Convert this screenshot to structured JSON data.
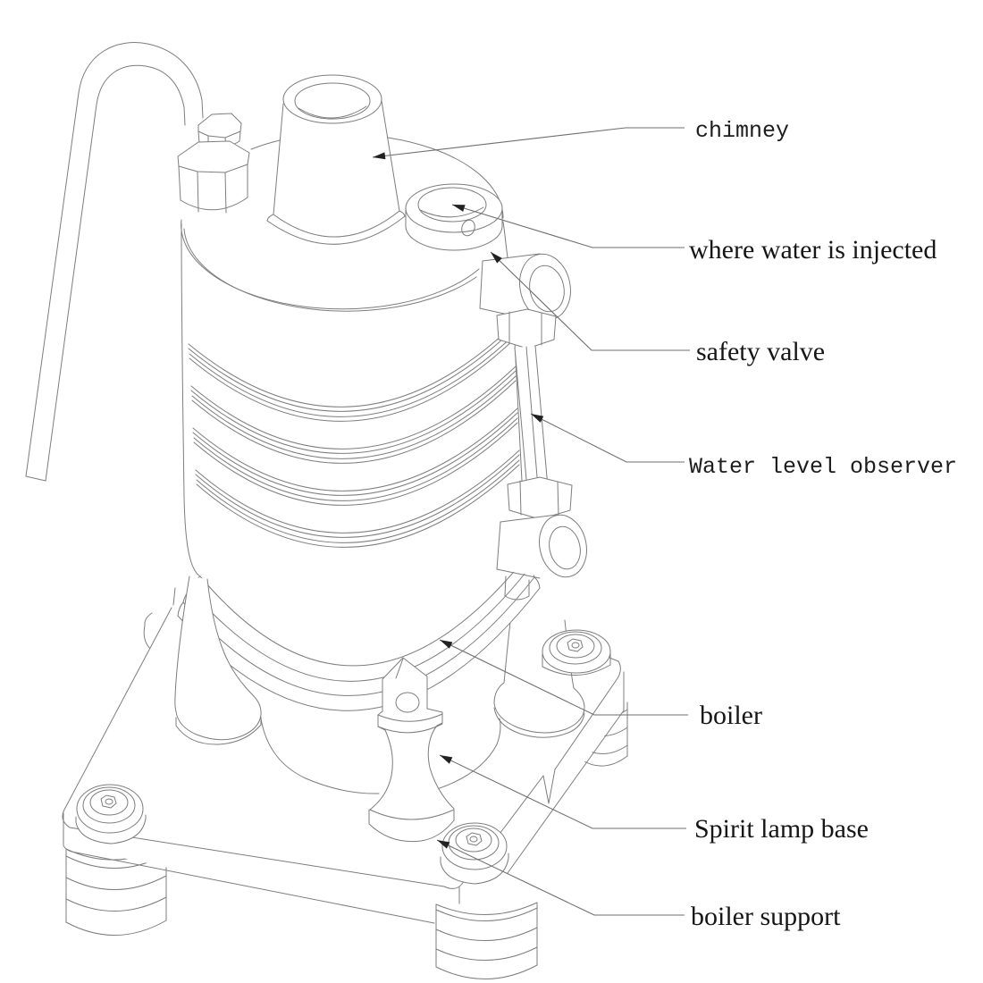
{
  "colors": {
    "background": "#ffffff",
    "drawing_line": "#7d7d7d",
    "leader_line": "#6e6e6e",
    "arrowhead": "#222222",
    "label_text": "#161616"
  },
  "parts": {
    "chimney": {
      "label": "chimney"
    },
    "water_inlet": {
      "label": "where water is injected"
    },
    "safety_valve": {
      "label": "safety valve"
    },
    "water_level_observer": {
      "label": "Water level observer"
    },
    "boiler": {
      "label": "boiler"
    },
    "spirit_lamp_base": {
      "label": "Spirit lamp base"
    },
    "boiler_support": {
      "label": "boiler support"
    }
  }
}
